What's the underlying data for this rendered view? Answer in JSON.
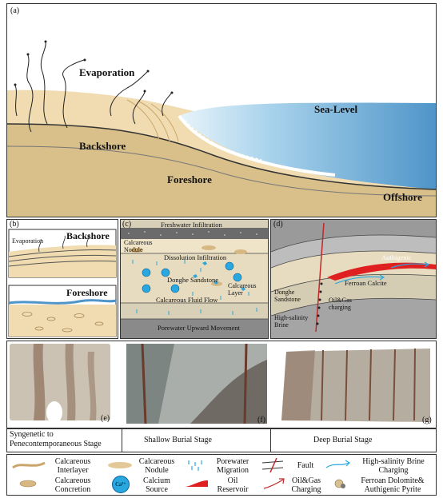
{
  "panel_a": {
    "letter": "(a)",
    "evaporation": "Evaporation",
    "sea_level": "Sea-Level",
    "backshore": "Backshore",
    "foreshore": "Foreshore",
    "offshore": "Offshore"
  },
  "panel_b": {
    "letter": "(b)",
    "evaporation": "Evaporation",
    "backshore": "Backshore",
    "foreshore": "Foreshore"
  },
  "panel_c": {
    "letter": "(c)",
    "freshwater": "Freshwater Infiltration",
    "nodule_1": "Calcareous",
    "nodule_2": "Nodule",
    "dissolution": "Dissolution Infiltration",
    "donghe": "Donghe Sandstone",
    "layer_1": "Calcareous",
    "layer_2": "Layer",
    "fluid_flow": "Calcareous Fluid Flow",
    "porewater": "Porewater Upward Movement"
  },
  "panel_d": {
    "letter": "(d)",
    "authigenic": "Authigenic",
    "ferroan": "Ferroan Calcite",
    "donghe_1": "Donghe",
    "donghe_2": "Sandstone",
    "oilgas_1": "Oil&Gas",
    "oilgas_2": "charging",
    "brine_1": "High-salinity",
    "brine_2": "Brine"
  },
  "photos": {
    "e": "(e)",
    "f": "(f)",
    "g": "(g)"
  },
  "stages": {
    "s1_line1": "Syngenetic to",
    "s1_line2": "Penecontemporaneous Stage",
    "s2": "Shallow Burial Stage",
    "s3": "Deep Burial Stage"
  },
  "legend": {
    "interlayer_1": "Calcareous",
    "interlayer_2": "Interlayer",
    "nodule_1": "Calcareous",
    "nodule_2": "Nodule",
    "porewater_1": "Porewater",
    "porewater_2": "Migration",
    "fault": "Fault",
    "brine_1": "High-salinity Brine",
    "brine_2": "Charging",
    "concretion_1": "Calcareous",
    "concretion_2": "Concretion",
    "calcium_1": "Calcium",
    "calcium_2": "Source",
    "ca_symbol": "Ca²⁺",
    "reservoir_1": "Oil",
    "reservoir_2": "Reservoir",
    "oilgas_1": "Oil&Gas",
    "oilgas_2": "Charging",
    "dolomite_1": "Ferroan Dolomite&",
    "dolomite_2": "Authigenic Pyrite"
  },
  "colors": {
    "sand": "#f0dcb0",
    "sand_dark": "#e3c997",
    "sea_light": "#cfe6f3",
    "sea_mid": "#8fc3e3",
    "sea_dark": "#5a9fd0",
    "panel_c_bg": "#d8cfb8",
    "oil_red": "#e02020",
    "brine_blue": "#29a8e0"
  }
}
